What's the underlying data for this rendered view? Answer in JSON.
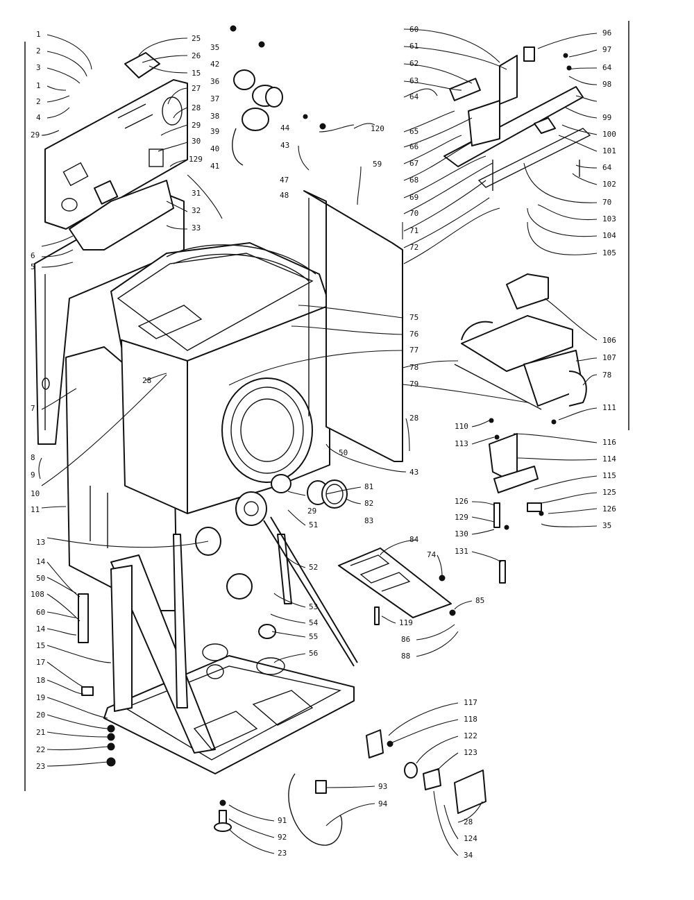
{
  "diagram": {
    "callouts_left": [
      "1",
      "2",
      "3",
      "1",
      "2",
      "4",
      "29",
      "6",
      "5",
      "7",
      "8",
      "9",
      "10",
      "11",
      "13",
      "14",
      "50",
      "108",
      "60",
      "14",
      "15",
      "17",
      "18",
      "19",
      "20",
      "21",
      "22",
      "23"
    ],
    "callouts_top_center": [
      "25",
      "26",
      "15",
      "27",
      "28",
      "29",
      "30",
      "129",
      "31",
      "32",
      "33",
      "35",
      "42",
      "36",
      "37",
      "38",
      "39",
      "40",
      "41",
      "44",
      "43",
      "120",
      "47",
      "48",
      "59"
    ],
    "callouts_top_right": [
      "60",
      "61",
      "62",
      "63",
      "64",
      "65",
      "66",
      "67",
      "68",
      "69",
      "70",
      "71",
      "72",
      "96",
      "97",
      "64",
      "98",
      "99",
      "100",
      "101",
      "64",
      "102",
      "70",
      "103",
      "104",
      "105"
    ],
    "callouts_right_middle": [
      "75",
      "76",
      "77",
      "78",
      "79",
      "106",
      "107",
      "78",
      "111",
      "110",
      "113",
      "116",
      "114",
      "115",
      "126",
      "125",
      "129",
      "126",
      "130",
      "35",
      "131",
      "28",
      "43",
      "50",
      "81",
      "82",
      "83",
      "29",
      "51",
      "52",
      "53",
      "54",
      "55",
      "56",
      "84",
      "74",
      "85",
      "119",
      "86",
      "88"
    ],
    "callouts_bottom": [
      "117",
      "118",
      "122",
      "123",
      "93",
      "94",
      "91",
      "92",
      "23",
      "28",
      "124",
      "34",
      "28"
    ]
  }
}
